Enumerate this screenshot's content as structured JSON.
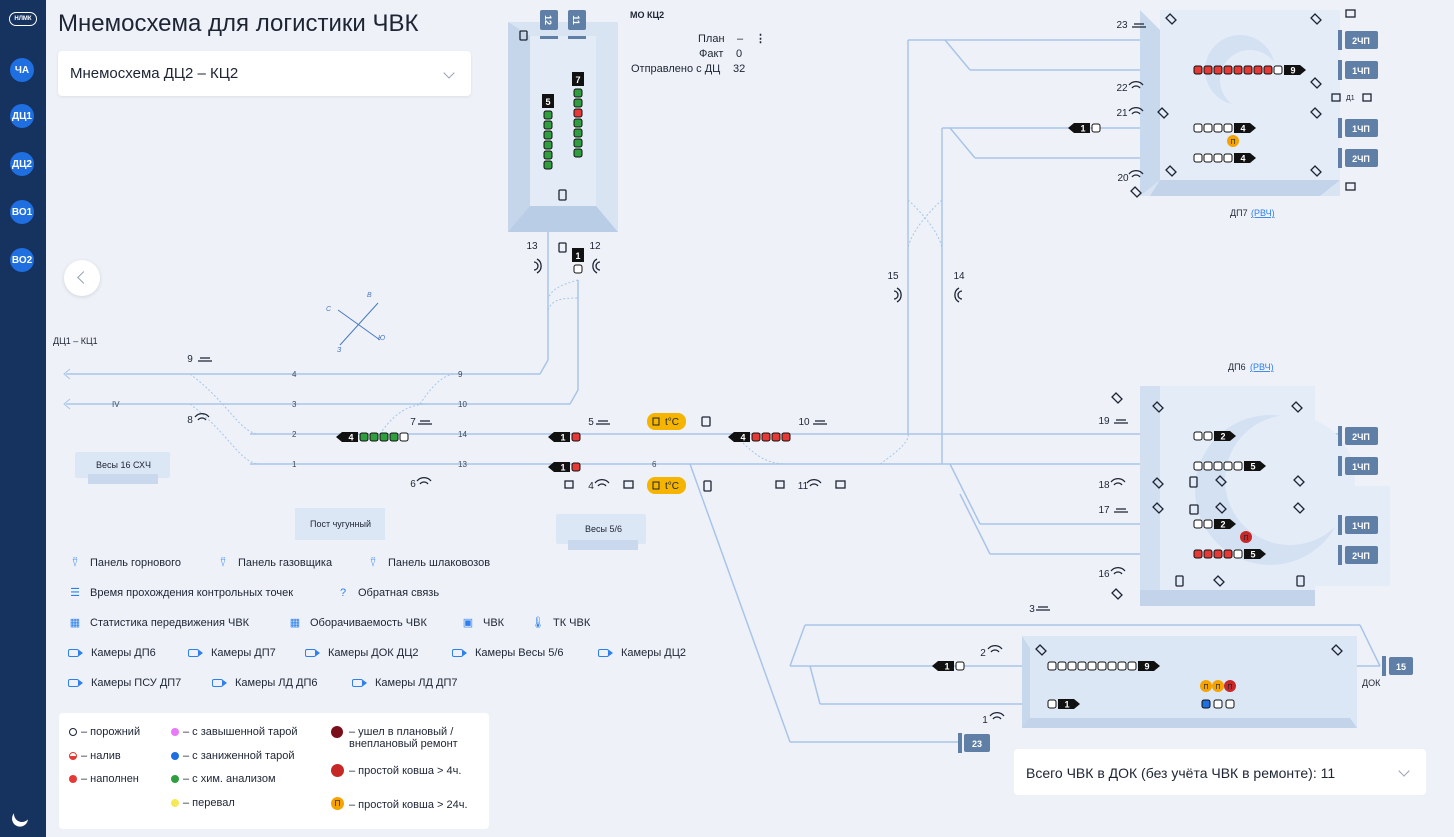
{
  "app": {
    "logo": "НЛМК",
    "title": "Мнемосхема для логистики ЧВК",
    "colors": {
      "sidebar": "#16325e",
      "accent": "#1f6fe0",
      "track": "#a8c4e8",
      "red": "#e53935",
      "green": "#2e9e3f",
      "orange": "#f5b400"
    }
  },
  "sidebar": {
    "items": [
      "ЧА",
      "ДЦ1",
      "ДЦ2",
      "ВО1",
      "ВО2"
    ],
    "theme_icon": "moon-icon"
  },
  "scheme_select": {
    "value": "Мнемосхема ДЦ2 – КЦ2"
  },
  "mo": {
    "title": "МО КЦ2",
    "plan_label": "План",
    "plan_value": "–",
    "fact_label": "Факт",
    "fact_value": "0",
    "sent_label": "Отправлено с ДЦ",
    "sent_value": "32"
  },
  "labels": {
    "dc1": "ДЦ1 – КЦ1",
    "ves16": "Весы 16 СХЧ",
    "post": "Пост чугунный",
    "ves56": "Весы 5/6",
    "dp7": "ДП7",
    "dp6": "ДП6",
    "rvch": "(РВЧ)",
    "dok": "ДОК",
    "d1": "Д1",
    "compass": [
      "С",
      "В",
      "Ю",
      "З"
    ],
    "temp": "t°C",
    "track_iv": "IV"
  },
  "tracks": {
    "left": [
      "4",
      "3",
      "2",
      "1"
    ],
    "mid": [
      "9",
      "10",
      "14",
      "13"
    ],
    "six": "6",
    "kc2": [
      "12",
      "11"
    ]
  },
  "points": [
    "1",
    "2",
    "3",
    "4",
    "5",
    "6",
    "7",
    "8",
    "9",
    "10",
    "11",
    "12",
    "13",
    "14",
    "15",
    "16",
    "17",
    "18",
    "19",
    "20",
    "21",
    "22",
    "23"
  ],
  "trains": [
    "4",
    "1",
    "1",
    "4",
    "5",
    "7",
    "1",
    "9",
    "4",
    "4",
    "1",
    "2",
    "5",
    "2",
    "5",
    "1",
    "9",
    "1"
  ],
  "exits": [
    "2ЧП",
    "1ЧП",
    "1ЧП",
    "2ЧП",
    "2ЧП",
    "1ЧП",
    "1ЧП",
    "2ЧП",
    "15",
    "23"
  ],
  "links": [
    {
      "label": "Панель горнового",
      "icon": "panel-icon"
    },
    {
      "label": "Панель газовщика",
      "icon": "panel-icon"
    },
    {
      "label": "Панель шлаковозов",
      "icon": "panel-icon"
    },
    {
      "label": "Время прохождения контрольных точек",
      "icon": "list-icon"
    },
    {
      "label": "Обратная связь",
      "icon": "question-icon"
    },
    {
      "label": "Статистика передвижения ЧВК",
      "icon": "table-icon"
    },
    {
      "label": "Оборачиваемость ЧВК",
      "icon": "table-icon"
    },
    {
      "label": "ЧВК",
      "icon": "wagon-icon"
    },
    {
      "label": "ТК ЧВК",
      "icon": "thermometer-icon"
    },
    {
      "label": "Камеры ДП6",
      "icon": "camera-icon"
    },
    {
      "label": "Камеры ДП7",
      "icon": "camera-icon"
    },
    {
      "label": "Камеры ДОК ДЦ2",
      "icon": "camera-icon"
    },
    {
      "label": "Камеры Весы 5/6",
      "icon": "camera-icon"
    },
    {
      "label": "Камеры ДЦ2",
      "icon": "camera-icon"
    },
    {
      "label": "Камеры ПСУ ДП7",
      "icon": "camera-icon"
    },
    {
      "label": "Камеры ЛД ДП6",
      "icon": "camera-icon"
    },
    {
      "label": "Камеры ЛД ДП7",
      "icon": "camera-icon"
    }
  ],
  "legend": {
    "empty": "– порожний",
    "pour": "– налив",
    "full": "– наполнен",
    "over": "– с завышенной тарой",
    "under": "– с заниженной тарой",
    "chem": "– с хим. анализом",
    "pass": "– перевал",
    "repair": "– ушел в плановый / внеплановый ремонт",
    "idle4": "– простой ковша > 4ч.",
    "idle24": "– простой ковша > 24ч.",
    "badge": "П"
  },
  "total": {
    "label": "Всего ЧВК в ДОК (без учёта ЧВК в ремонте): 11"
  }
}
